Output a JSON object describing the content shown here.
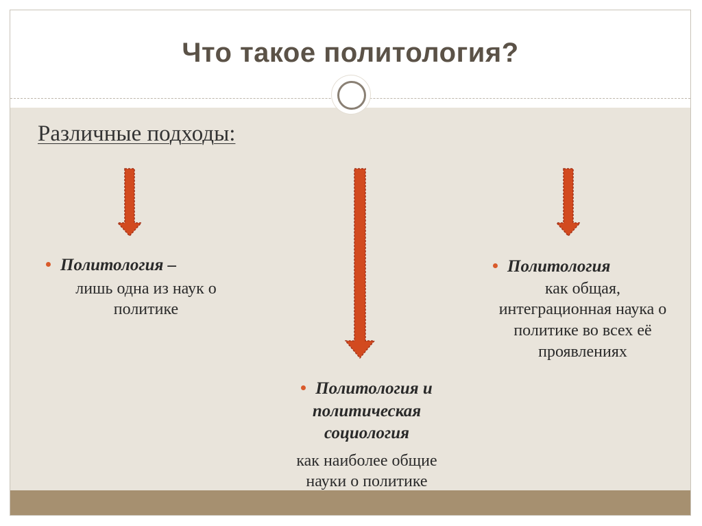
{
  "slide": {
    "title": "Что такое политология?",
    "subtitle": "Различные подходы:",
    "colors": {
      "accent": "#d24a1f",
      "arrow_border": "#a3331a",
      "content_bg": "#e9e4db",
      "footer": "#a69070",
      "title_text": "#5b5247",
      "bullet": "#d95a2b"
    }
  },
  "blocks": {
    "left": {
      "heading": "Политология –",
      "body": [
        "лишь одна из наук о",
        "политике"
      ]
    },
    "middle": {
      "heading": [
        "Политология и",
        "политическая",
        "социология"
      ],
      "body": [
        "как наиболее общие",
        "науки о политике"
      ]
    },
    "right": {
      "heading": "Политология",
      "body": [
        "как общая,",
        "интеграционная наука о",
        "политике во всех её",
        "проявлениях"
      ]
    }
  }
}
